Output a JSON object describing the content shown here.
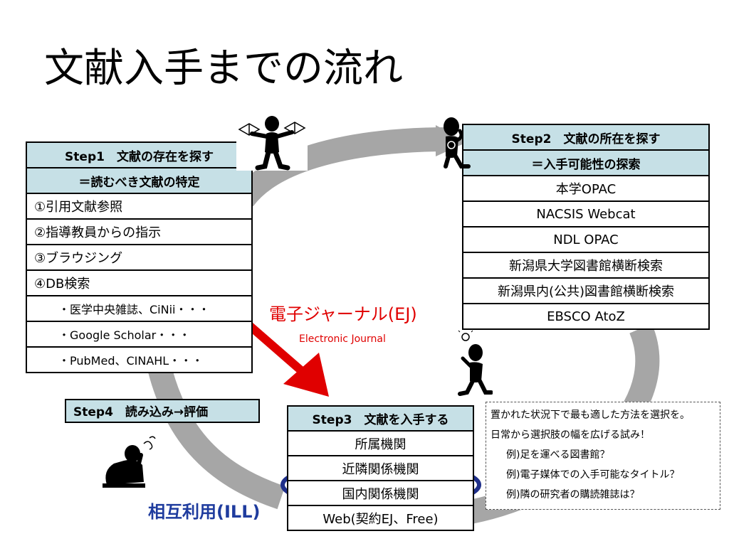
{
  "title": "文献入手までの流れ",
  "step1": {
    "header1": "Step1　文献の存在を探す",
    "header2": "＝読むべき文献の特定",
    "items": [
      "①引用文献参照",
      "②指導教員からの指示",
      "③ブラウジング",
      "④DB検索"
    ],
    "subitems": [
      "・医学中央雑誌、CiNii・・・",
      "・Google Scholar・・・",
      "・PubMed、CINAHL・・・"
    ]
  },
  "step2": {
    "header1": "Step2　文献の所在を探す",
    "header2": "＝入手可能性の探索",
    "items": [
      "本学OPAC",
      "NACSIS Webcat",
      "NDL OPAC",
      "新潟県大学図書館横断検索",
      "新潟県内(公共)図書館横断検索",
      "EBSCO AtoZ"
    ]
  },
  "step3": {
    "header": "Step3　文献を入手する",
    "items": [
      "所属機関",
      "近隣関係機関",
      "国内関係機関",
      "Web(契約EJ、Free)"
    ]
  },
  "step4": {
    "header": "Step4　読み込み→評価"
  },
  "ej": {
    "label": "電子ジャーナル(EJ)",
    "sub": "Electronic Journal"
  },
  "ill": {
    "label": "相互利用(ILL)"
  },
  "note": {
    "lines": [
      "置かれた状況下で最も適した方法を選択を。",
      "日常から選択肢の幅を広げる試み！"
    ],
    "examples": [
      "例)足を運べる図書館？",
      "例)電子媒体での入手可能なタイトル？",
      "例)隣の研究者の購読雑誌は？"
    ]
  },
  "colors": {
    "header_fill": "#c6e0e6",
    "cycle_arrow": "#a6a6a6",
    "ej_arrow": "#e00000",
    "ill_text": "#1f3c9e",
    "highlight_ellipse": "#1f2f8a"
  }
}
